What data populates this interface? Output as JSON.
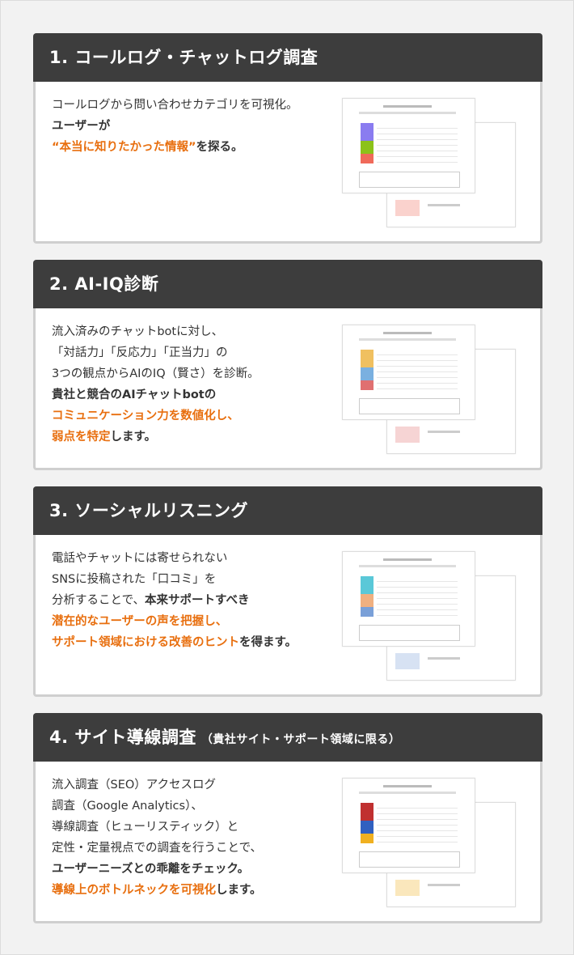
{
  "sections": [
    {
      "title": "1. コールログ・チャットログ調査",
      "subtitle": "",
      "lines": [
        [
          "コールログから問い合わせカテゴリを可視化。"
        ],
        [
          "",
          "ユーザーが"
        ],
        [
          "",
          "",
          "“本当に知りたかった情報”",
          "を探る。"
        ]
      ],
      "thumbnail": "call-log-report-image"
    },
    {
      "title": "2. AI-IQ診断",
      "subtitle": "",
      "lines": [
        [
          "流入済みのチャットbotに対し、"
        ],
        [
          "「対話力」「反応力」「正当力」の"
        ],
        [
          "3つの観点からAIのIQ（賢さ）を診断。"
        ],
        [
          "",
          "貴社と競合のAIチャットbotの"
        ],
        [
          "",
          "",
          "コミュニケーション力を数値化し、"
        ],
        [
          "",
          "",
          "弱点を特定",
          "します。"
        ]
      ],
      "thumbnail": "ai-iq-report-image"
    },
    {
      "title": "3. ソーシャルリスニング",
      "subtitle": "",
      "lines": [
        [
          "電話やチャットには寄せられない"
        ],
        [
          "SNSに投稿された「口コミ」を"
        ],
        [
          "分析することで、",
          "本来サポートすべき"
        ],
        [
          "",
          "",
          "潜在的なユーザーの声を把握し、"
        ],
        [
          "",
          "",
          "サポート領域における改善のヒント",
          "を得ます。"
        ]
      ],
      "thumbnail": "social-listening-report-image"
    },
    {
      "title": "4. サイト導線調査",
      "subtitle": "（貴社サイト・サポート領域に限る）",
      "lines": [
        [
          "流入調査（SEO）アクセスログ"
        ],
        [
          "調査（Google Analytics）、"
        ],
        [
          "導線調査（ヒューリスティック）と"
        ],
        [
          "定性・定量視点での調査を行うことで、"
        ],
        [
          "",
          "ユーザーニーズとの乖離をチェック。"
        ],
        [
          "",
          "",
          "導線上のボトルネックを可視化",
          "します。"
        ]
      ],
      "thumbnail": "site-flow-report-image"
    }
  ],
  "colors": {
    "header": "#3d3d3d",
    "accent": "#e86f0f",
    "text": "#333333",
    "border": "#cfcfcf"
  }
}
